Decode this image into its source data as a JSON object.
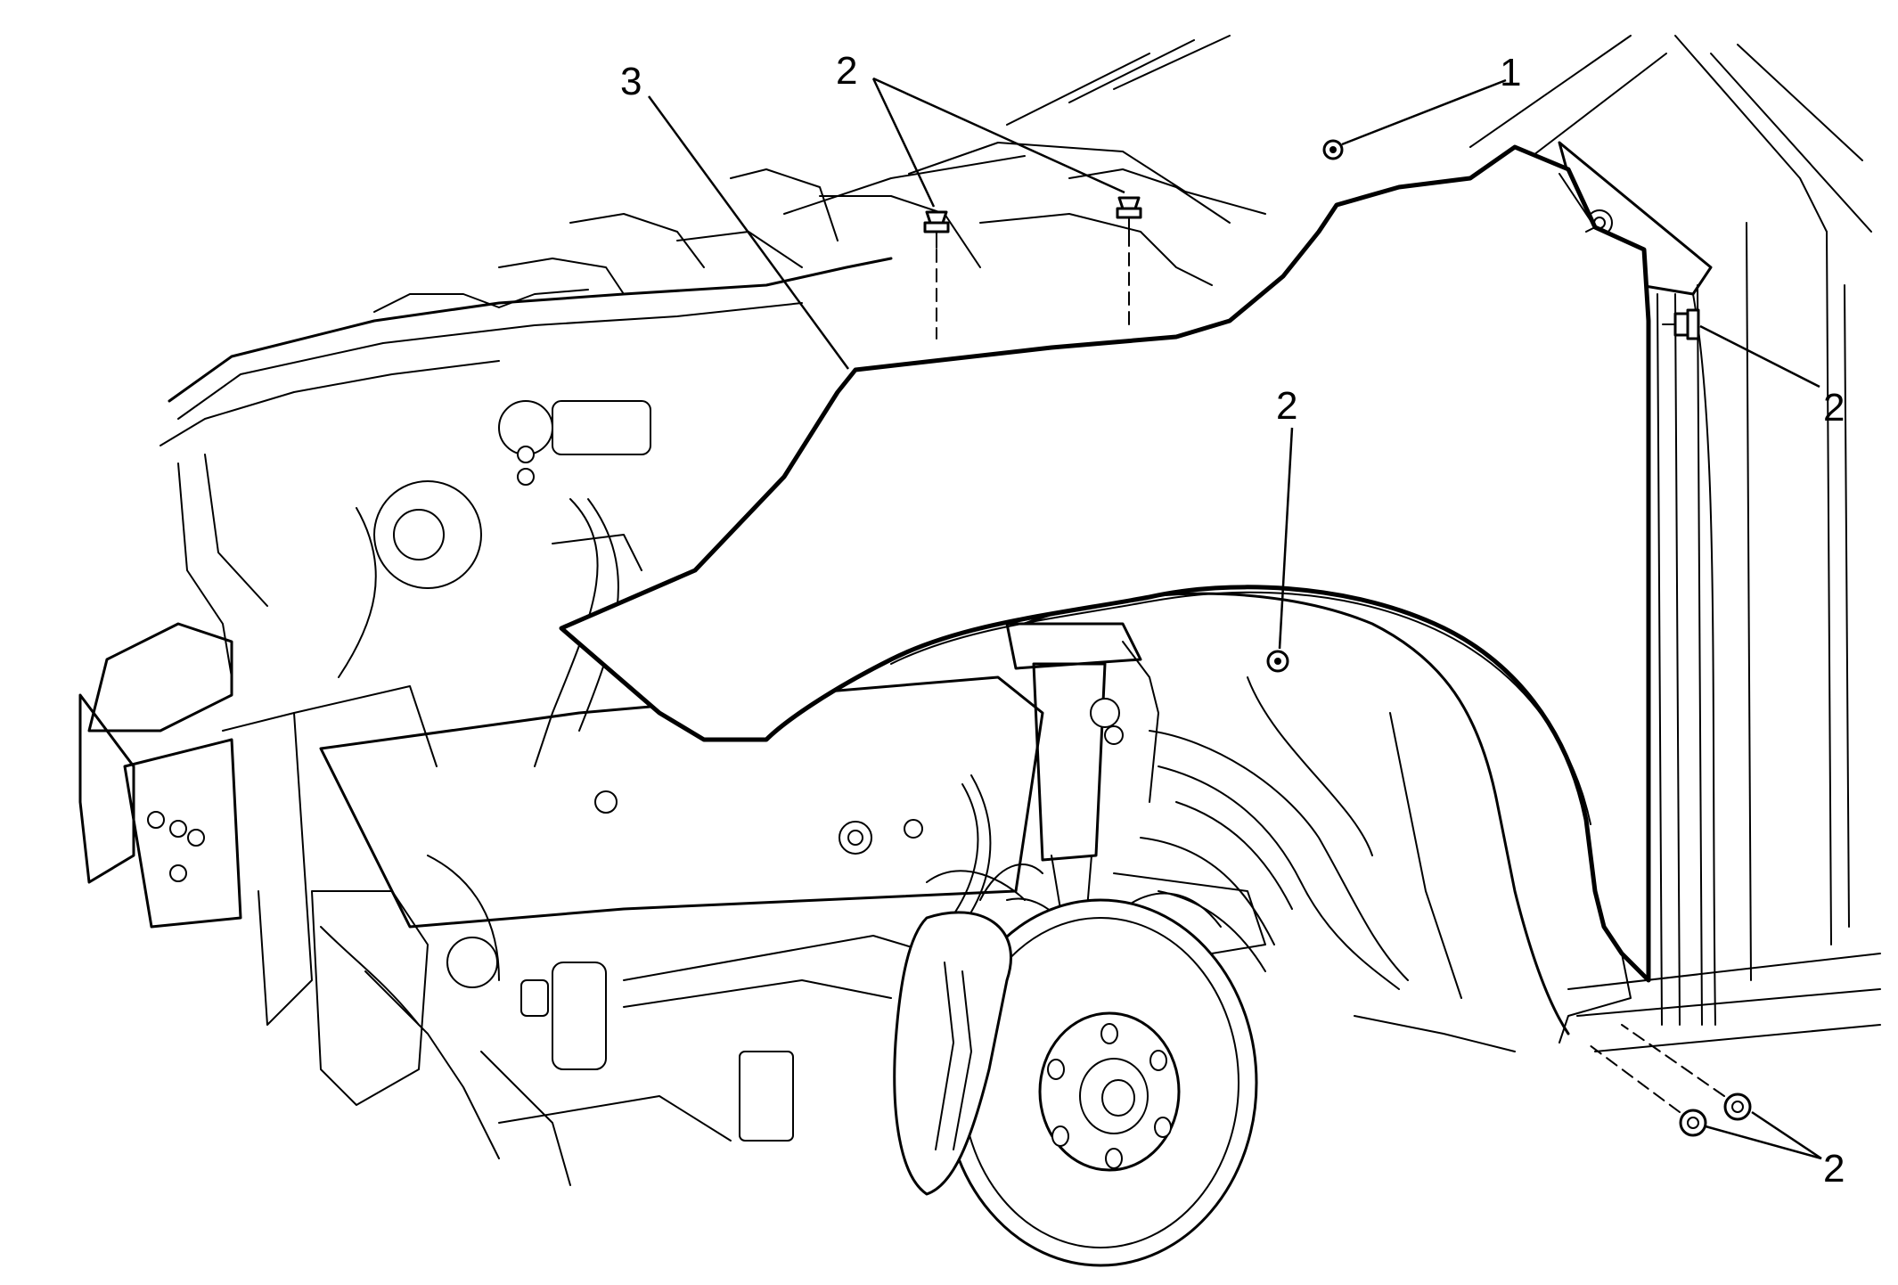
{
  "callouts": {
    "fender_bolt_1": "1",
    "fastener_top_a": "2",
    "fastener_right_pillar": "2",
    "fastener_wheelhouse": "2",
    "fastener_lower_pair": "2",
    "fender_panel": "3"
  }
}
